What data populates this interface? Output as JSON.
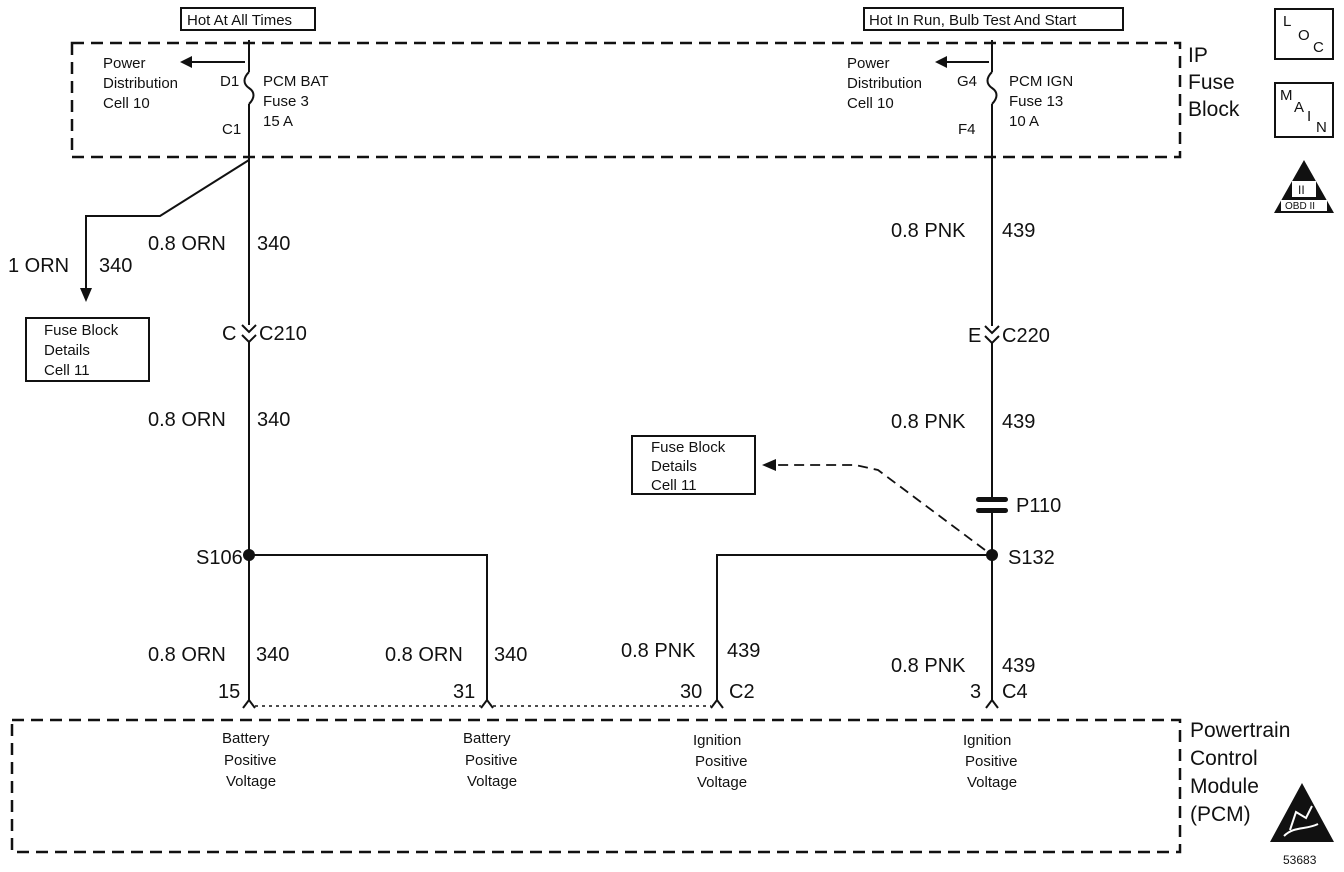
{
  "top_labels": {
    "left": "Hot At All Times",
    "right": "Hot In Run, Bulb Test And Start"
  },
  "fuse_block": {
    "name_lines": [
      "IP",
      "Fuse",
      "Block"
    ],
    "left": {
      "ref_lines": [
        "Power",
        "Distribution",
        "Cell 10"
      ],
      "pin_top": "D1",
      "pin_bottom": "C1",
      "fuse_lines": [
        "PCM BAT",
        "Fuse 3",
        "15 A"
      ]
    },
    "right": {
      "ref_lines": [
        "Power",
        "Distribution",
        "Cell 10"
      ],
      "pin_top": "G4",
      "pin_bottom": "F4",
      "fuse_lines": [
        "PCM IGN",
        "Fuse 13",
        "10 A"
      ]
    }
  },
  "icons": {
    "loc": [
      "L",
      "O",
      "C"
    ],
    "main": [
      "M",
      "A",
      "I",
      "N"
    ],
    "obd": [
      "II",
      "OBD II"
    ]
  },
  "branch": {
    "wire_color": "1 ORN",
    "circuit": "340",
    "ref_lines": [
      "Fuse Block",
      "Details",
      "Cell 11"
    ]
  },
  "left_circuit": {
    "wire1": {
      "color": "0.8 ORN",
      "circuit": "340"
    },
    "connector": {
      "pin": "C",
      "name": "C210"
    },
    "wire2": {
      "color": "0.8 ORN",
      "circuit": "340"
    },
    "splice": "S106",
    "drop1": {
      "color": "0.8 ORN",
      "circuit": "340",
      "pin": "15"
    },
    "drop2": {
      "color": "0.8 ORN",
      "circuit": "340",
      "pin": "31"
    }
  },
  "right_circuit": {
    "wire1": {
      "color": "0.8 PNK",
      "circuit": "439"
    },
    "connector": {
      "pin": "E",
      "name": "C220"
    },
    "wire2": {
      "color": "0.8 PNK",
      "circuit": "439"
    },
    "pass_through": "P110",
    "splice": "S132",
    "ref_lines": [
      "Fuse Block",
      "Details",
      "Cell 11"
    ],
    "drop1": {
      "color": "0.8 PNK",
      "circuit": "439",
      "pin": "30",
      "connector": "C2"
    },
    "drop2": {
      "color": "0.8 PNK",
      "circuit": "439",
      "pin": "3",
      "connector": "C4"
    }
  },
  "pcm": {
    "name_lines": [
      "Powertrain",
      "Control",
      "Module",
      "(PCM)"
    ],
    "inputs": [
      [
        "Battery",
        "Positive",
        "Voltage"
      ],
      [
        "Battery",
        "Positive",
        "Voltage"
      ],
      [
        "Ignition",
        "Positive",
        "Voltage"
      ],
      [
        "Ignition",
        "Positive",
        "Voltage"
      ]
    ]
  },
  "figure_number": "53683"
}
